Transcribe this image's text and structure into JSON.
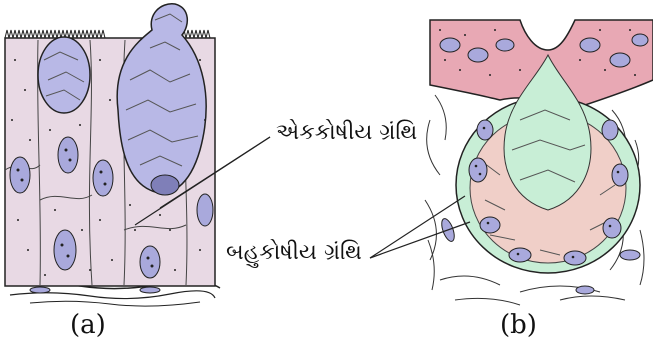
{
  "labels": {
    "unicellular_gland": "એકકોષીય ગ્રંથિ",
    "multicellular_gland": "બહુકોષીય ગ્રંથિ"
  },
  "captions": {
    "a": "(a)",
    "b": "(b)"
  },
  "colors": {
    "cell_fill": "#e8d9e4",
    "gland_fill": "#b8b8e6",
    "nucleus_fill": "#a9a9dc",
    "tissue_pink": "#e8a8b4",
    "acinus_green": "#c8eed6",
    "acinus_cells": "#f0cfc8",
    "outline": "#222222"
  }
}
